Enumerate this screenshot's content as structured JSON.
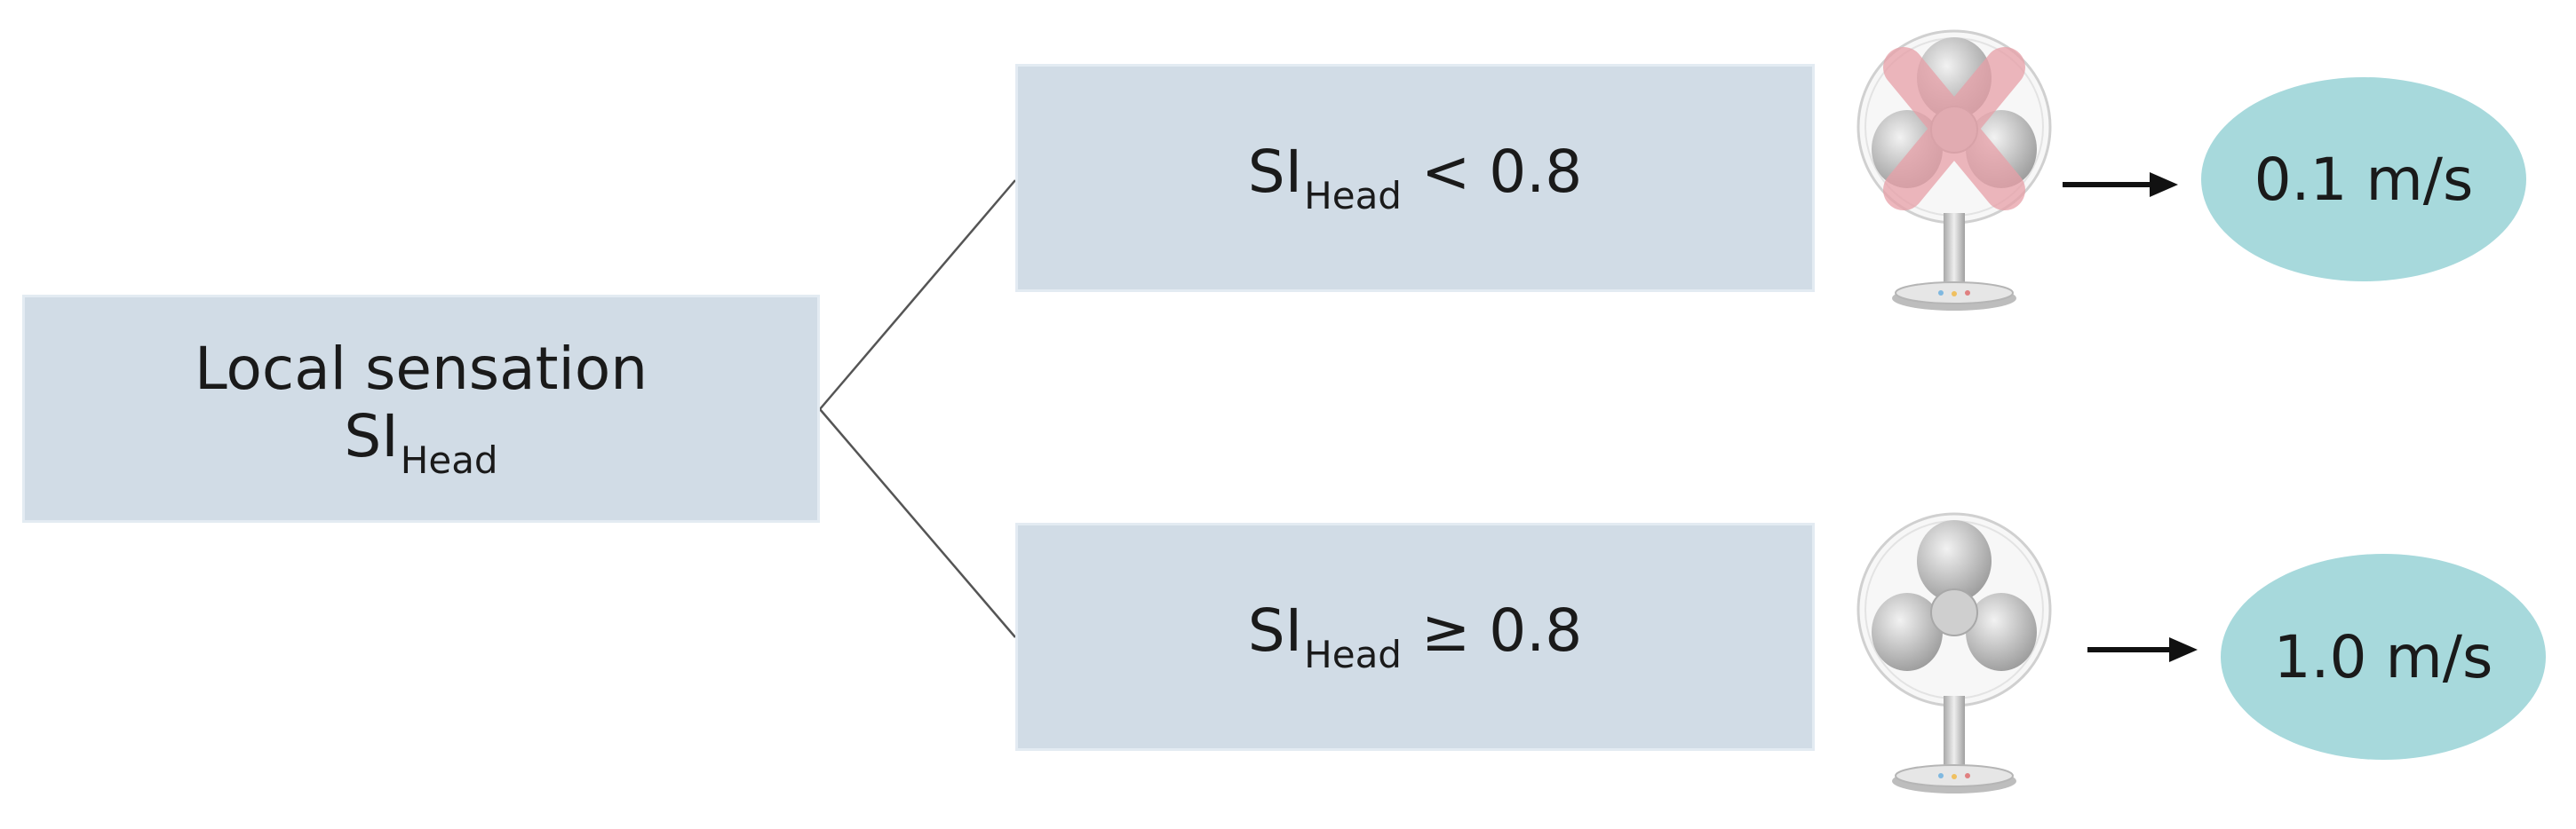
{
  "root": {
    "line1": "Local sensation",
    "symbol": "SI",
    "subscript": "Head"
  },
  "conditions": [
    {
      "symbol": "SI",
      "subscript": "Head",
      "operator": "< 0.8",
      "fan_icon": "fan-off-icon"
    },
    {
      "symbol": "SI",
      "subscript": "Head",
      "operator": "≥ 0.8",
      "fan_icon": "fan-on-icon"
    }
  ],
  "outcomes": [
    {
      "label": "0.1 m/s"
    },
    {
      "label": "1.0 m/s"
    }
  ],
  "colors": {
    "box_fill": "#d1dce6",
    "ellipse_fill": "#a7d9dc",
    "cross": "#e8a0a8",
    "connector": "#555555",
    "arrow": "#111111"
  }
}
